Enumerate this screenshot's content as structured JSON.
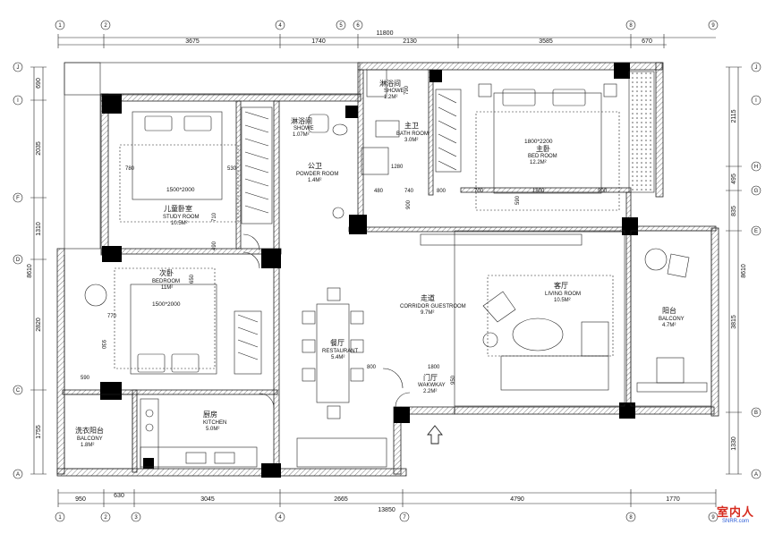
{
  "dims": {
    "top_total": "11800",
    "top": [
      "3675",
      "1740",
      "2130",
      "3585",
      "670"
    ],
    "bottom_total": "13850",
    "bottom": [
      "950",
      "630",
      "3045",
      "2665",
      "4790",
      "1770"
    ],
    "left": [
      "690",
      "2035",
      "1310",
      "2820",
      "1755"
    ],
    "left_total": "8610",
    "right": [
      "2115",
      "495",
      "835",
      "3815",
      "1330"
    ],
    "right_total": "8610"
  },
  "axes": {
    "top": [
      "1",
      "2",
      "4",
      "5",
      "6",
      "8",
      "9"
    ],
    "bottom": [
      "1",
      "2",
      "3",
      "4",
      "7",
      "8",
      "9"
    ],
    "left": [
      "J",
      "I",
      "F",
      "D",
      "C",
      "A"
    ],
    "right": [
      "J",
      "I",
      "H",
      "G",
      "E",
      "B",
      "A"
    ]
  },
  "rooms": {
    "master_bath": {
      "cn": "淋浴间",
      "en": "SHOWE",
      "area": "1.2M²"
    },
    "master_bath2": {
      "cn": "主卫",
      "en": "BATH ROOM",
      "area": "3.0M²"
    },
    "master_bed": {
      "size": "1800*2200",
      "cn": "主卧",
      "en": "BED ROOM",
      "area": "12.2M²"
    },
    "shower2": {
      "cn": "淋浴间",
      "en": "SHOWE",
      "area": "1.07M²"
    },
    "powder": {
      "cn": "公卫",
      "en": "POWDER ROOM",
      "area": "1.4M²"
    },
    "study": {
      "size": "1500*2000",
      "cn": "儿童卧室",
      "en": "STUDY ROOM",
      "area": "10.5M²"
    },
    "bed2": {
      "cn": "次卧",
      "en": "BEDROOM",
      "area": "11M²",
      "size": "1500*2000"
    },
    "corridor": {
      "cn": "走道",
      "en": "CORRIDOR GUESTROOM",
      "area": "9.7M²"
    },
    "living": {
      "cn": "客厅",
      "en": "LIVING ROOM",
      "area": "10.5M²"
    },
    "balcony": {
      "cn": "阳台",
      "en": "BALCONY",
      "area": "4.7M²"
    },
    "restaurant": {
      "cn": "餐厅",
      "en": "RESTAURANT",
      "area": "5.4M²"
    },
    "entry": {
      "cn": "门厅",
      "en": "WAKWKAY",
      "area": "2.2M²"
    },
    "kitchen": {
      "cn": "厨房",
      "en": "KITCHEN",
      "area": "5.0M²"
    },
    "laundry": {
      "cn": "洗衣阳台",
      "en": "BALCONY",
      "area": "1.8M²"
    }
  },
  "inner_dims": [
    "790",
    "1280",
    "480",
    "740",
    "800",
    "700",
    "1800",
    "900",
    "590",
    "900",
    "780",
    "530",
    "710",
    "490",
    "650",
    "770",
    "930",
    "590",
    "800",
    "1800",
    "950"
  ],
  "logo": {
    "name": "室内人",
    "url": "SNRR.com"
  }
}
